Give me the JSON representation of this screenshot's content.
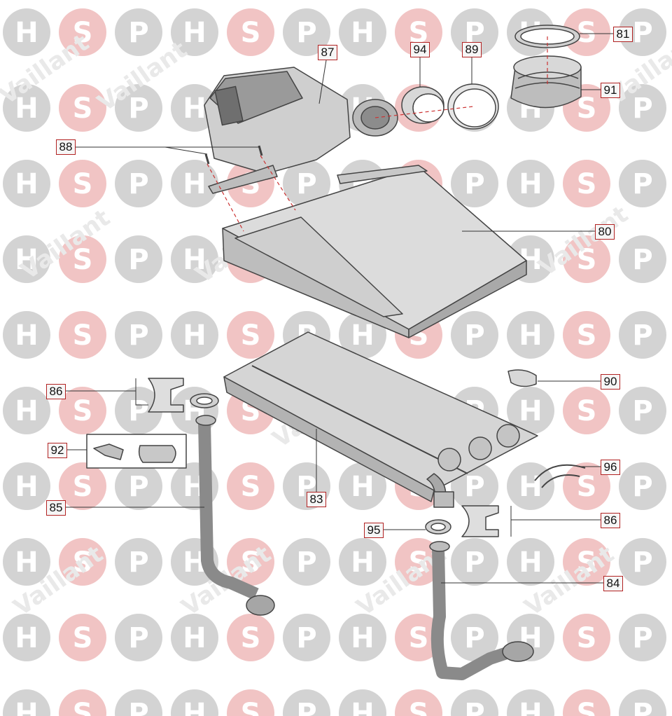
{
  "watermark": {
    "letters": [
      "H",
      "S",
      "P"
    ],
    "colors": {
      "H": "#d3d3d3",
      "S": "#f1c4c4",
      "P": "#d3d3d3"
    },
    "brand": "Vaillant"
  },
  "accent_color": "#b22222",
  "callouts": {
    "c87": "87",
    "c94": "94",
    "c89": "89",
    "c81": "81",
    "c91": "91",
    "c88": "88",
    "c80": "80",
    "c90": "90",
    "c86a": "86",
    "c92": "92",
    "c96": "96",
    "c85": "85",
    "c83": "83",
    "c86b": "86",
    "c95": "95",
    "c84": "84"
  }
}
